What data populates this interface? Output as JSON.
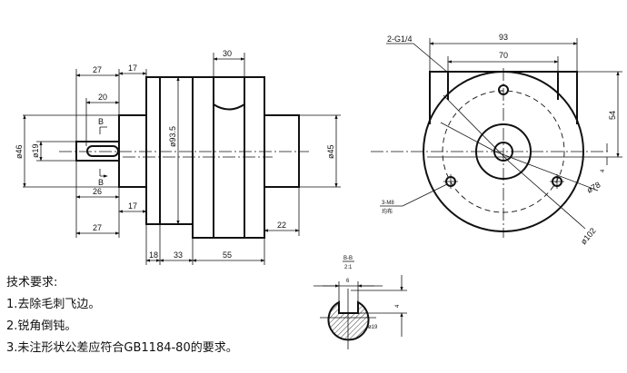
{
  "front_view": {
    "dims": {
      "top_27": "27",
      "top_17": "17",
      "slot_20": "20",
      "groove_30": "30",
      "dia_46": "ø46",
      "dia_19": "ø19",
      "dia_93_5": "ø93.5",
      "dia_45": "ø45",
      "bot_26": "26",
      "bot_17": "17",
      "bot_27": "27",
      "right_22": "22",
      "seg_18": "18",
      "seg_33": "33",
      "seg_55": "55"
    },
    "section_mark": "B"
  },
  "side_view": {
    "dims": {
      "width_93": "93",
      "width_70": "70",
      "height_54": "54",
      "offset_4": "4",
      "dia_78": "ø78",
      "dia_102": "ø102"
    },
    "port_label": "2-G1/4",
    "hole_label": "3-M8",
    "hole_note": "均布"
  },
  "section_view": {
    "title": "B-B",
    "scale": "2:1",
    "dims": {
      "key_width": "6",
      "key_depth": "4",
      "dia": "ø19"
    }
  },
  "notes": {
    "title": "技术要求:",
    "items": [
      "1.去除毛刺飞边。",
      "2.锐角倒钝。",
      "3.未注形状公差应符合GB1184-80的要求。"
    ]
  }
}
